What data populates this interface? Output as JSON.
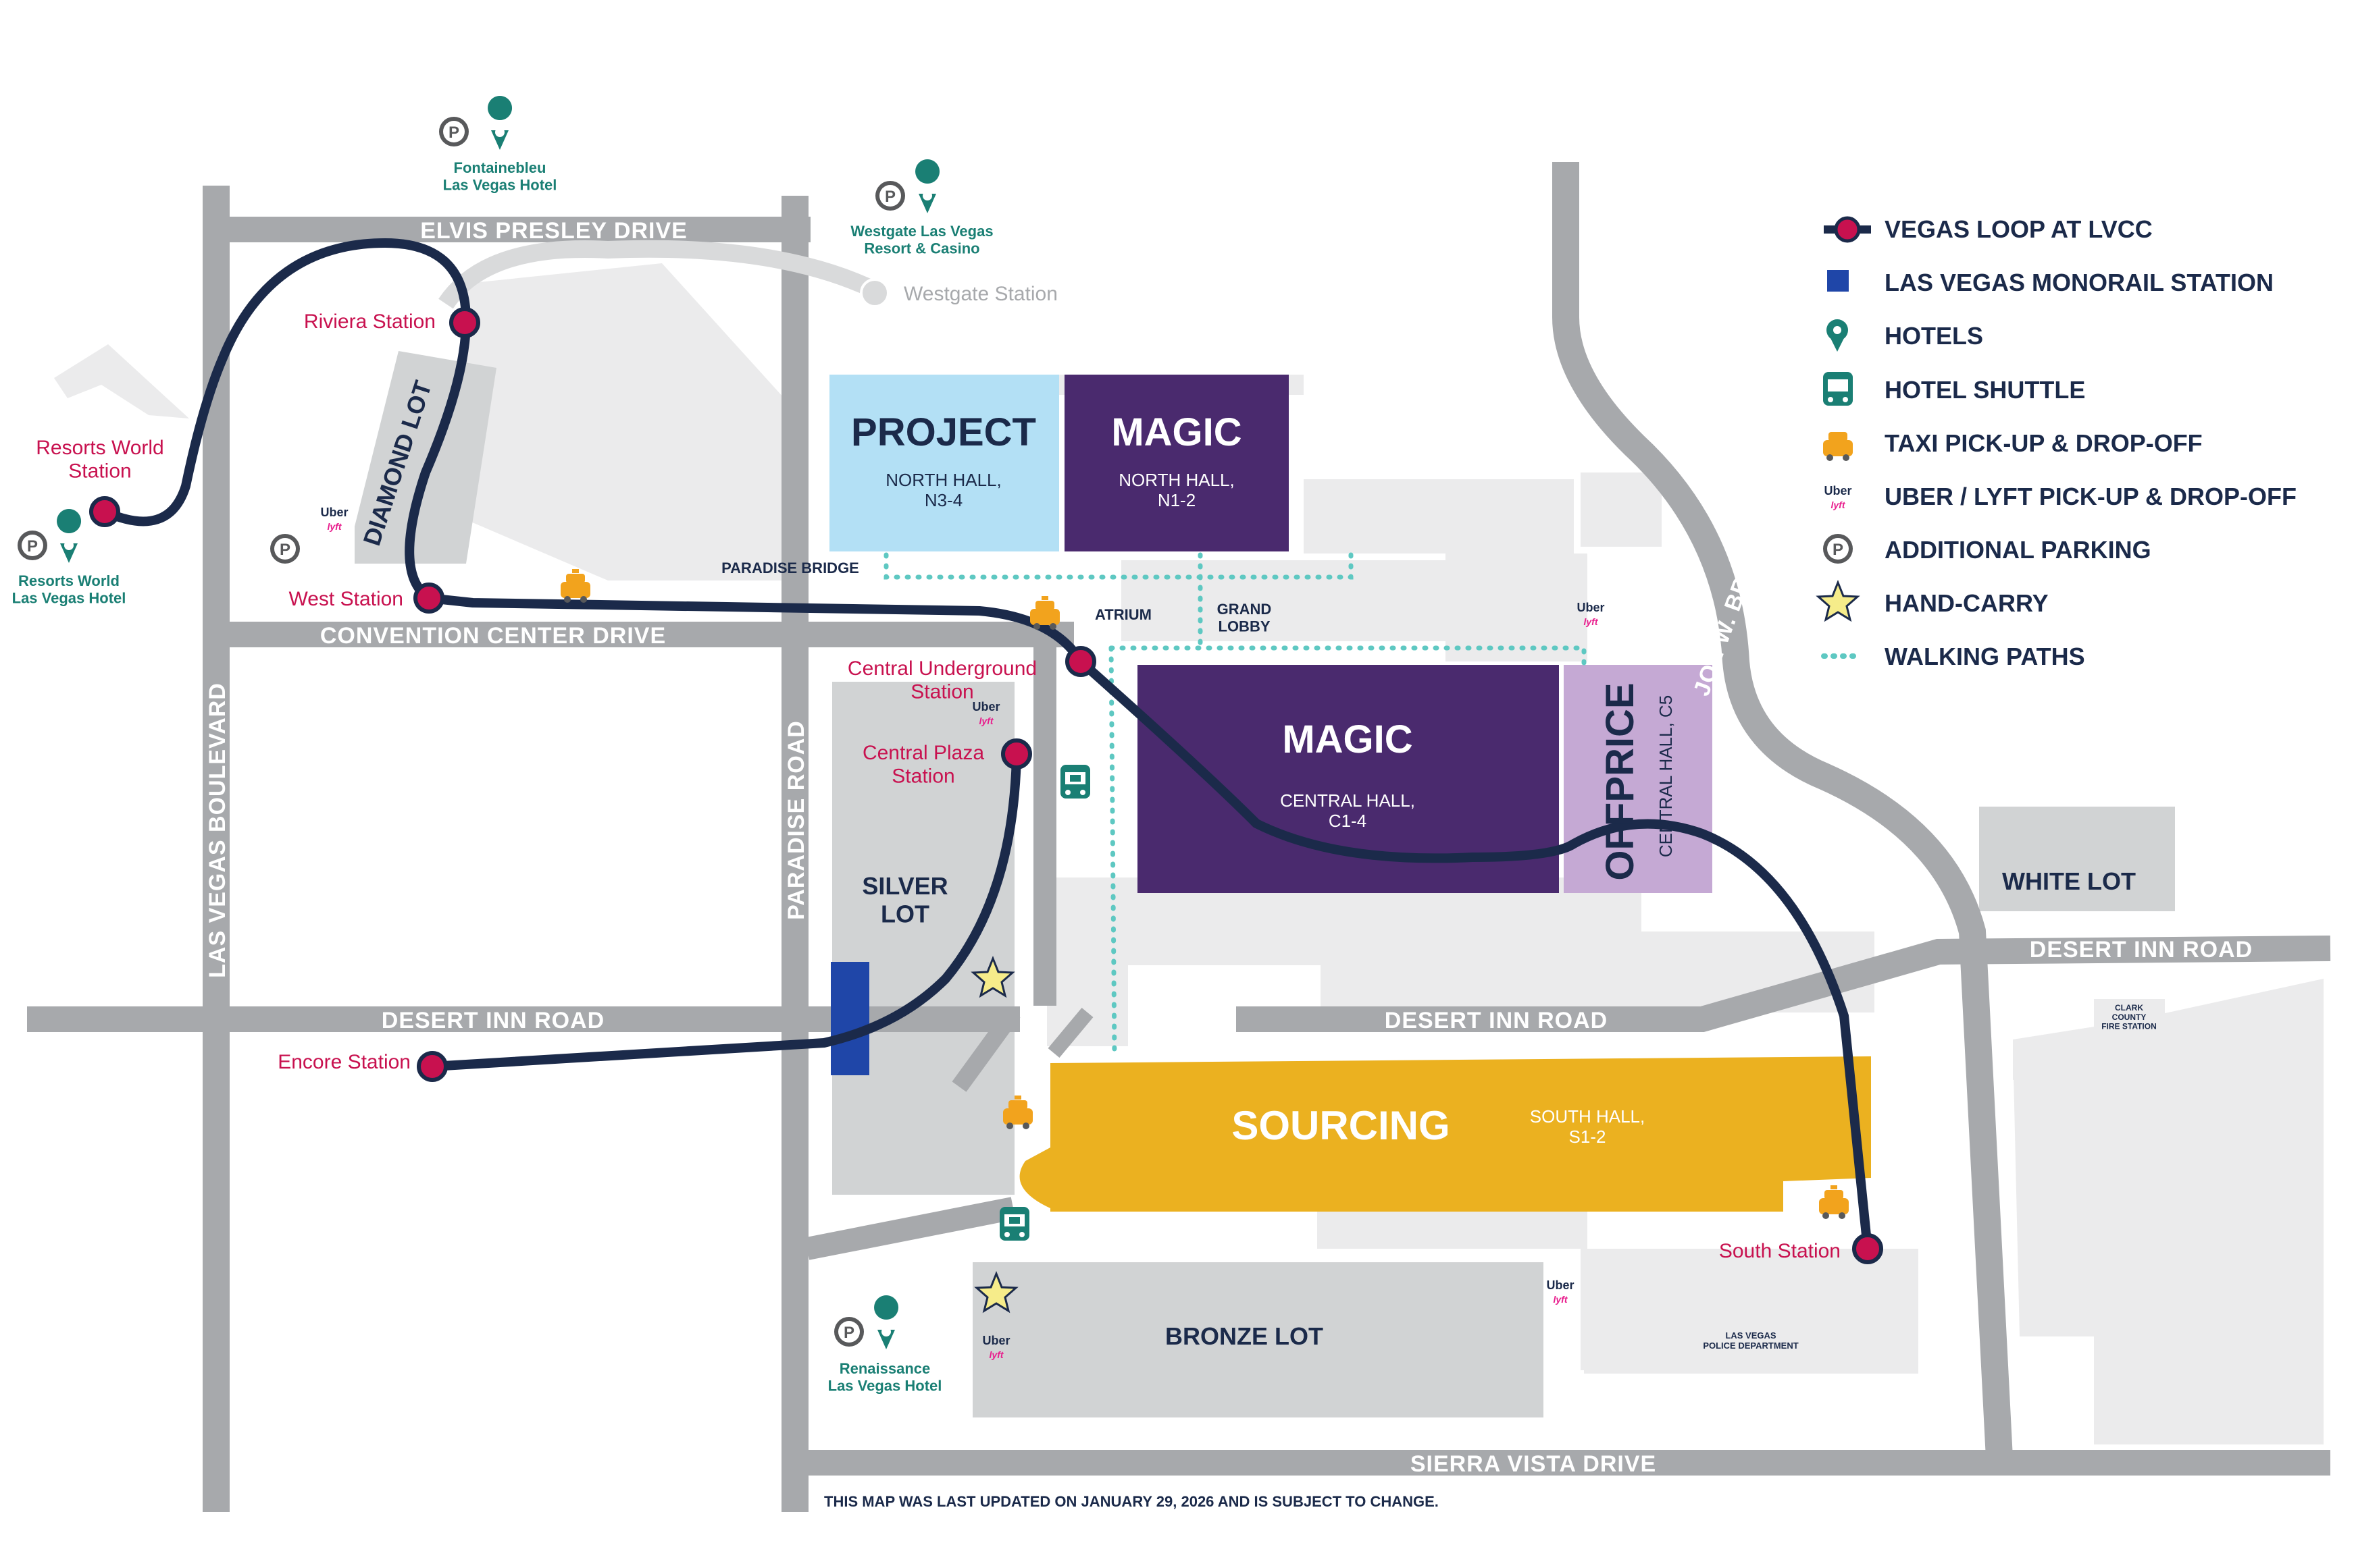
{
  "roads": {
    "elvis_presley": "ELVIS PRESLEY DRIVE",
    "convention_center": "CONVENTION CENTER DRIVE",
    "desert_inn_left": "DESERT INN ROAD",
    "desert_inn_middle": "DESERT INN ROAD",
    "desert_inn_right": "DESERT INN ROAD",
    "sierra_vista": "SIERRA VISTA DRIVE",
    "las_vegas_blvd": "LAS VEGAS BOULEVARD",
    "paradise_road": "PARADISE ROAD",
    "joe_w_brown": "JOE W. BROWN DRIVE"
  },
  "stations": {
    "resorts_world": "Resorts World\nStation",
    "riviera": "Riviera Station",
    "west": "West Station",
    "central_underground": "Central Underground\nStation",
    "central_plaza": "Central Plaza\nStation",
    "encore": "Encore Station",
    "south": "South Station",
    "westgate": "Westgate Station"
  },
  "hotels": {
    "fontainebleu": "Fontainebleu\nLas Vegas Hotel",
    "westgate": "Westgate Las Vegas\nResort & Casino",
    "resorts_world": "Resorts World\nLas Vegas Hotel",
    "renaissance": "Renaissance\nLas Vegas Hotel"
  },
  "halls": {
    "project": {
      "title": "PROJECT",
      "sub": "NORTH HALL,\nN3-4"
    },
    "magic_north": {
      "title": "MAGIC",
      "sub": "NORTH HALL,\nN1-2"
    },
    "magic_central": {
      "title": "MAGIC",
      "sub": "CENTRAL HALL,\nC1-4"
    },
    "offprice": {
      "title": "OFFPRICE",
      "sub": "CENTRAL HALL, C5"
    },
    "sourcing": {
      "title": "SOURCING",
      "sub": "SOUTH HALL,\nS1-2"
    }
  },
  "lots": {
    "diamond": "DIAMOND LOT",
    "silver": "SILVER\nLOT",
    "white": "WHITE LOT",
    "bronze": "BRONZE LOT"
  },
  "places": {
    "paradise_bridge": "PARADISE BRIDGE",
    "atrium": "ATRIUM",
    "grand_lobby": "GRAND\nLOBBY",
    "fire_station": "CLARK\nCOUNTY\nFIRE STATION",
    "police": "LAS VEGAS\nPOLICE DEPARTMENT"
  },
  "rideshare": {
    "uber": "Uber",
    "lyft": "lyft"
  },
  "parking_symbol": "P",
  "legend": [
    {
      "icon": "vegas-loop-icon",
      "label": "VEGAS LOOP AT LVCC"
    },
    {
      "icon": "monorail-icon",
      "label": "LAS VEGAS MONORAIL STATION"
    },
    {
      "icon": "hotel-pin-icon",
      "label": "HOTELS"
    },
    {
      "icon": "shuttle-icon",
      "label": "HOTEL SHUTTLE"
    },
    {
      "icon": "taxi-icon",
      "label": "TAXI PICK-UP & DROP-OFF"
    },
    {
      "icon": "uber-lyft-icon",
      "label": "UBER / LYFT PICK-UP & DROP-OFF"
    },
    {
      "icon": "parking-icon",
      "label": "ADDITIONAL PARKING"
    },
    {
      "icon": "star-icon",
      "label": "HAND-CARRY"
    },
    {
      "icon": "walking-path-icon",
      "label": "WALKING PATHS"
    }
  ],
  "footnote": "THIS MAP WAS LAST UPDATED ON JANUARY 29, 2026 AND IS SUBJECT TO CHANGE.",
  "colors": {
    "road": "#a7a9ac",
    "lot": "#d1d3d4",
    "building": "#ebebec",
    "loop": "#1b2a4a",
    "station": "#c8114f",
    "project": "#b3e0f5",
    "magic": "#4a2a6e",
    "offprice": "#c5a9d4",
    "sourcing": "#ebb120",
    "monorail": "#1f46a8",
    "walk": "#5ec8c2",
    "hotel": "#1a7f74",
    "taxi": "#f2a31d",
    "star": "#f6ec8a"
  }
}
